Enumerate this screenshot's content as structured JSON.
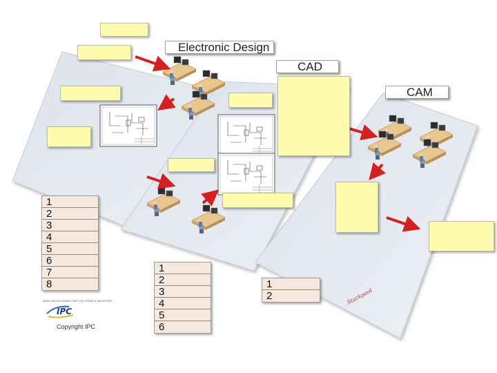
{
  "labels": {
    "electronic_design": "Electronic Design",
    "cad": "CAD",
    "cam": "CAM"
  },
  "list_a": [
    "1",
    "2",
    "3",
    "4",
    "5",
    "6",
    "7",
    "8"
  ],
  "list_b": [
    "1",
    "2",
    "3",
    "4",
    "5",
    "6"
  ],
  "list_c": [
    "1",
    "2"
  ],
  "logo": {
    "tagline": "ASSOCIATION CONNECTING ELECTRONICS INDUSTRIES",
    "mark": "IPC",
    "copyright": "Copyright IPC"
  },
  "signature": "Stackpool",
  "colors": {
    "box_fill": "#fffcb0",
    "list_fill": "#f6e8dc",
    "plane_fill": "#e4e9f0",
    "arrow": "#d42020"
  }
}
